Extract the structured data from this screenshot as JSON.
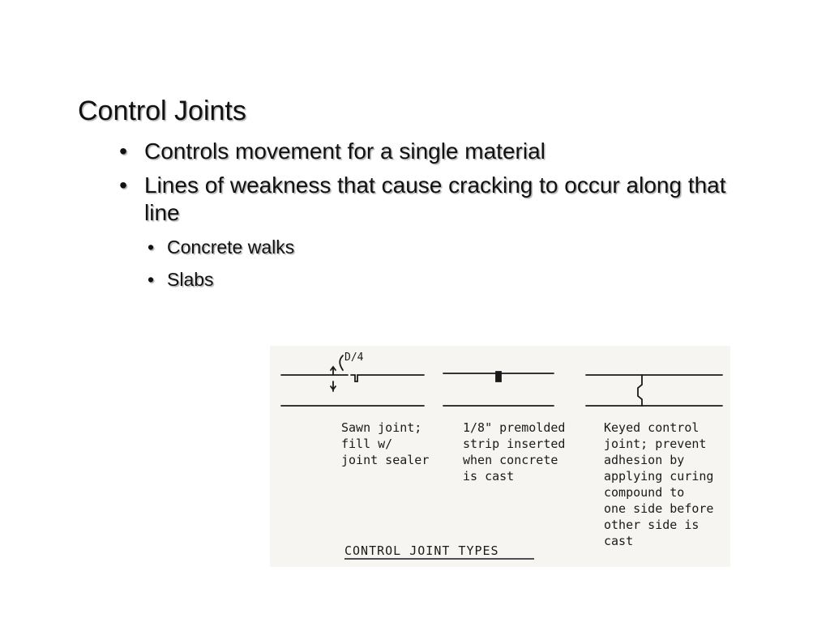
{
  "slide": {
    "title": "Control Joints",
    "bullets": [
      {
        "text": "Controls movement for a single material",
        "sub": []
      },
      {
        "text": "Lines of weakness that cause cracking to occur along that line",
        "sub": [
          "Concrete walks",
          "Slabs"
        ]
      }
    ],
    "bullet_glyph": "•"
  },
  "drawing": {
    "dimension_label": "D/4",
    "caption_1": [
      "Sawn joint;",
      "fill w/",
      "joint sealer"
    ],
    "caption_2": [
      "1/8\" premolded",
      "strip inserted",
      "when concrete",
      "is cast"
    ],
    "caption_3": [
      "Keyed control",
      "joint; prevent",
      "adhesion by",
      "applying curing",
      "compound to",
      "one side before",
      "other side is",
      "cast"
    ],
    "footer": "CONTROL JOINT TYPES"
  }
}
